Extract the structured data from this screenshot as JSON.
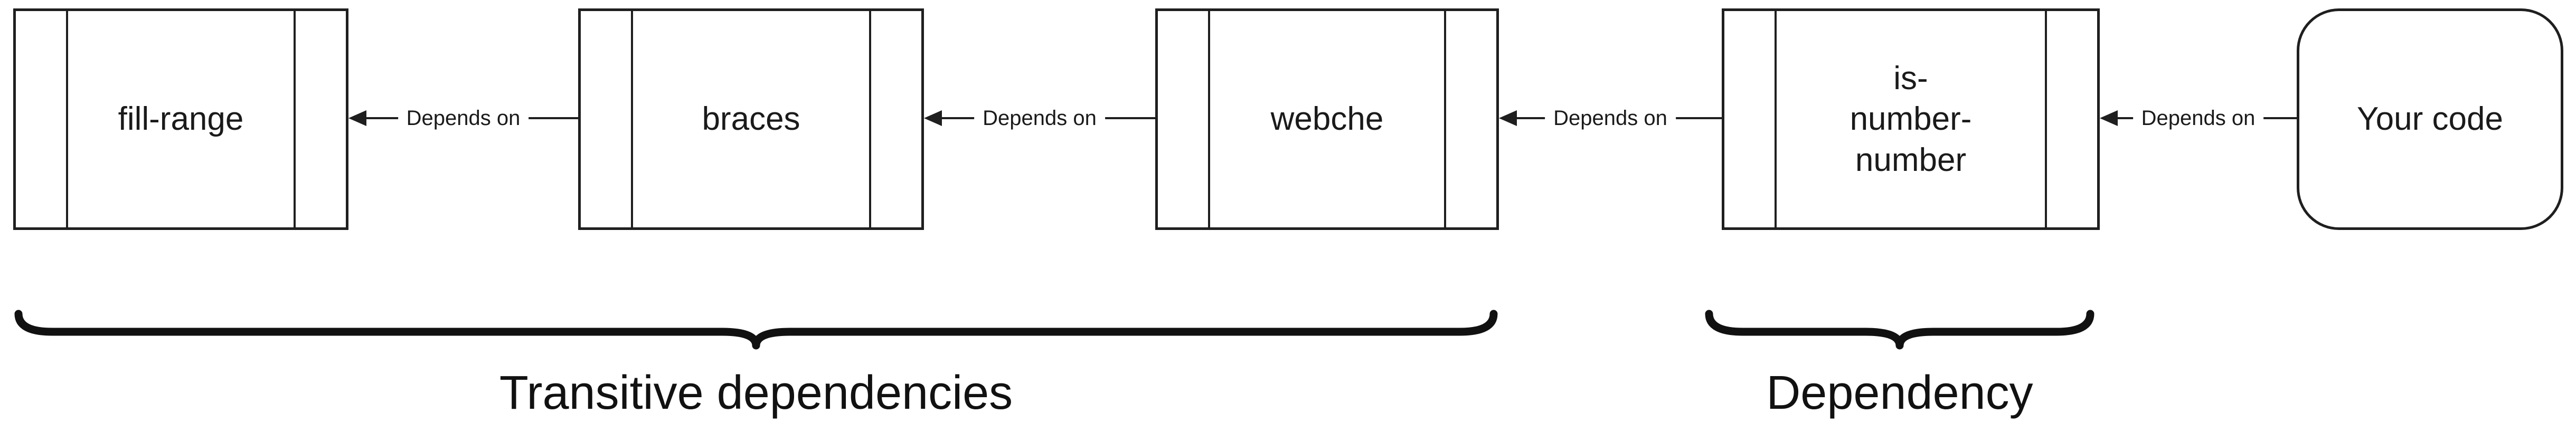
{
  "diagram": {
    "nodes": [
      {
        "id": "fill-range",
        "label": "fill-range",
        "shape": "subroutine"
      },
      {
        "id": "braces",
        "label": "braces",
        "shape": "subroutine"
      },
      {
        "id": "webche",
        "label": "webche",
        "shape": "subroutine"
      },
      {
        "id": "is-number-number",
        "label": "is-\nnumber-\nnumber",
        "shape": "subroutine"
      },
      {
        "id": "your-code",
        "label": "Your code",
        "shape": "rounded"
      }
    ],
    "edges": [
      {
        "from": "braces",
        "to": "fill-range",
        "label": "Depends on"
      },
      {
        "from": "webche",
        "to": "braces",
        "label": "Depends on"
      },
      {
        "from": "is-number-number",
        "to": "webche",
        "label": "Depends on"
      },
      {
        "from": "your-code",
        "to": "is-number-number",
        "label": "Depends on"
      }
    ],
    "groups": [
      {
        "label": "Transitive dependencies",
        "spans": [
          "fill-range",
          "braces",
          "webche"
        ]
      },
      {
        "label": "Dependency",
        "spans": [
          "is-number-number"
        ]
      }
    ],
    "colors": {
      "stroke": "#1f1f1f",
      "text": "#1a1a1a",
      "background": "#ffffff"
    }
  }
}
